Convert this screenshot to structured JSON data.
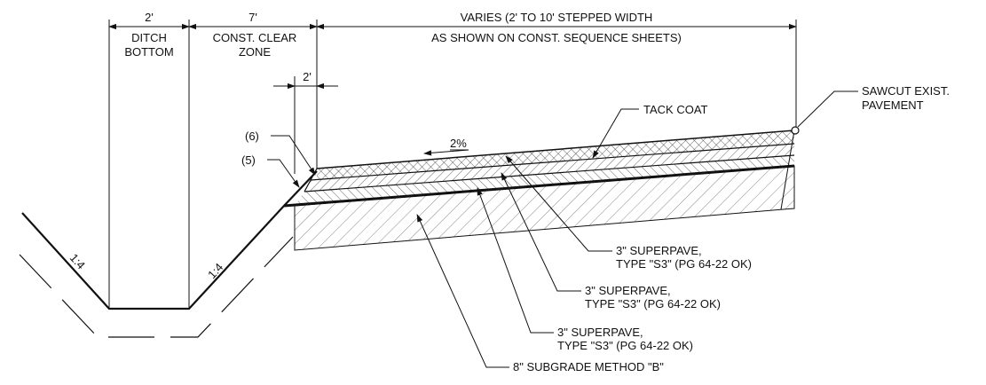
{
  "dimensions": {
    "ditch_width": "2'",
    "ditch_line1": "DITCH",
    "ditch_line2": "BOTTOM",
    "clear_width": "7'",
    "clear_line1": "CONST. CLEAR",
    "clear_line2": "ZONE",
    "varies_line1": "VARIES (2' TO 10' STEPPED WIDTH",
    "varies_line2": "AS SHOWN ON CONST. SEQUENCE SHEETS)",
    "offset": "2'"
  },
  "callouts": {
    "sawcut_line1": "SAWCUT EXIST.",
    "sawcut_line2": "PAVEMENT",
    "tack_coat": "TACK COAT",
    "note6": "(6)",
    "note5": "(5)",
    "slope": "2%",
    "superpave": [
      {
        "line1": "3\" SUPERPAVE,",
        "line2": "TYPE \"S3\" (PG 64-22 OK)"
      },
      {
        "line1": "3\" SUPERPAVE,",
        "line2": "TYPE \"S3\" (PG 64-22 OK)"
      },
      {
        "line1": "3\" SUPERPAVE,",
        "line2": "TYPE \"S3\" (PG 64-22 OK)"
      }
    ],
    "subgrade": "8\" SUBGRADE  METHOD \"B\""
  },
  "side_slopes": {
    "left": "1:4",
    "right": "1:4"
  },
  "colors": {
    "line": "#111111",
    "background": "#ffffff"
  }
}
